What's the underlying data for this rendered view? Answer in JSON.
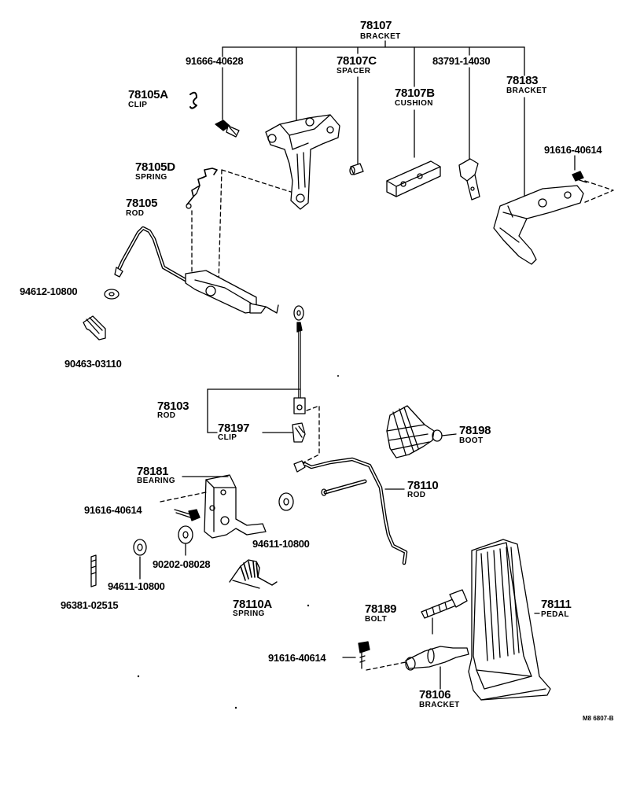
{
  "labels": {
    "bracket_78107": {
      "num": "78107",
      "name": "BRACKET"
    },
    "bolt_91666_40628": "91666-40628",
    "spacer_78107c": {
      "num": "78107C",
      "name": "SPACER"
    },
    "clamp_83791_14030": "83791-14030",
    "cushion_78107b": {
      "num": "78107B",
      "name": "CUSHION"
    },
    "bracket_78183": {
      "num": "78183",
      "name": "BRACKET"
    },
    "clip_78105a": {
      "num": "78105A",
      "name": "CLIP"
    },
    "bolt_91616_40614_top": "91616-40614",
    "spring_78105d": {
      "num": "78105D",
      "name": "SPRING"
    },
    "rod_78105": {
      "num": "78105",
      "name": "ROD"
    },
    "washer_94612_10800": "94612-10800",
    "clip_90463_03110": "90463-03110",
    "rod_78103": {
      "num": "78103",
      "name": "ROD"
    },
    "clip_78197": {
      "num": "78197",
      "name": "CLIP"
    },
    "boot_78198": {
      "num": "78198",
      "name": "BOOT"
    },
    "bearing_78181": {
      "num": "78181",
      "name": "BEARING"
    },
    "rod_78110": {
      "num": "78110",
      "name": "ROD"
    },
    "bolt_91616_40614_mid": "91616-40614",
    "washer_94611_10800_right": "94611-10800",
    "washer_90202_08028": "90202-08028",
    "washer_94611_10800_left": "94611-10800",
    "pin_96381_02515": "96381-02515",
    "spring_78110a": {
      "num": "78110A",
      "name": "SPRING"
    },
    "bolt_78189": {
      "num": "78189",
      "name": "BOLT"
    },
    "pedal_78111": {
      "num": "78111",
      "name": "PEDAL"
    },
    "bolt_91616_40614_bottom": "91616-40614",
    "bracket_78106": {
      "num": "78106",
      "name": "BRACKET"
    },
    "drawing_code": "M8 6807-B"
  }
}
